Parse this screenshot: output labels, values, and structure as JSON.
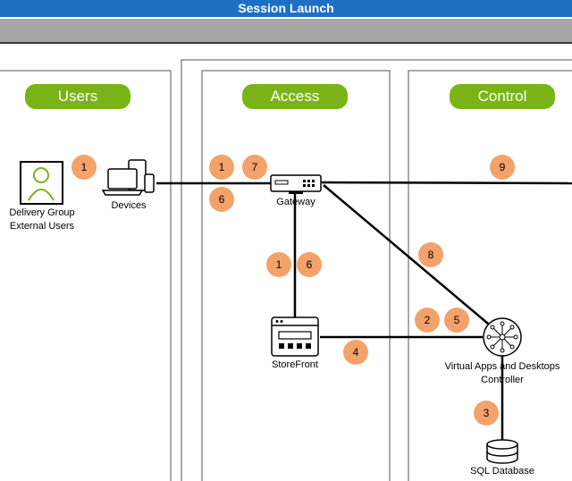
{
  "header": {
    "title": "Session Launch"
  },
  "zones": {
    "users": "Users",
    "access": "Access",
    "control": "Control"
  },
  "nodes": {
    "user_line1": "Delivery Group",
    "user_line2": "External Users",
    "devices": "Devices",
    "gateway": "Gateway",
    "storefront": "StoreFront",
    "controller_line1": "Virtual Apps and Desktops",
    "controller_line2": "Controller",
    "sql": "SQL Database"
  },
  "steps": {
    "s_user_1": "1",
    "s_gw_1": "1",
    "s_gw_7": "7",
    "s_gw_6": "6",
    "s_ctrl_9": "9",
    "s_gwsf_1": "1",
    "s_gwsf_6": "6",
    "s_diag_8": "8",
    "s_ctrl_2": "2",
    "s_ctrl_5": "5",
    "s_sf_4": "4",
    "s_sql_3": "3"
  },
  "colors": {
    "title_bar": "#1f6fc5",
    "zone_pill": "#7ab317",
    "step_badge": "#f3a26a",
    "connector": "#000000"
  }
}
